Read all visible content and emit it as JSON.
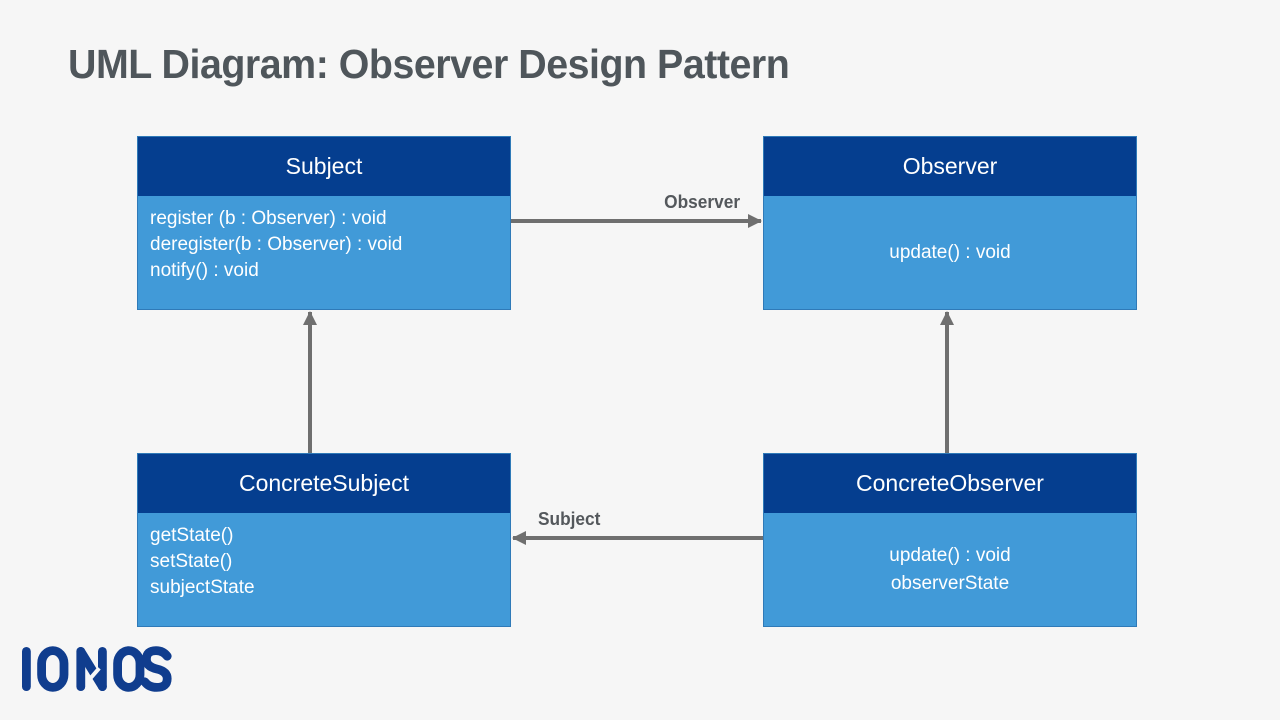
{
  "page": {
    "title": "UML Diagram: Observer Design Pattern"
  },
  "colors": {
    "bg": "#f6f6f6",
    "header_blue": "#053e8f",
    "body_blue": "#419ad8",
    "box_border": "#2f7ab8",
    "arrow_gray": "#6f6f6f",
    "title_gray": "#4f565b",
    "label_gray": "#54585c",
    "logo_blue": "#103d8e",
    "text_white": "#ffffff"
  },
  "classes": [
    {
      "name": "Subject",
      "members": [
        "register (b : Observer) : void",
        "deregister(b : Observer) : void",
        "notify() : void"
      ]
    },
    {
      "name": "Observer",
      "members": [
        "update() : void"
      ]
    },
    {
      "name": "ConcreteSubject",
      "members": [
        "getState()",
        "setState()",
        "subjectState"
      ]
    },
    {
      "name": "ConcreteObserver",
      "members": [
        "update() : void",
        "observerState"
      ]
    }
  ],
  "arrows": [
    {
      "from": "Subject",
      "to": "Observer",
      "label": "Observer",
      "direction": "right"
    },
    {
      "from": "ConcreteObserver",
      "to": "ConcreteSubject",
      "label": "Subject",
      "direction": "left"
    },
    {
      "from": "ConcreteSubject",
      "to": "Subject",
      "label": "",
      "direction": "up"
    },
    {
      "from": "ConcreteObserver",
      "to": "Observer",
      "label": "",
      "direction": "up"
    }
  ],
  "logo": {
    "brand": "IONOS"
  }
}
